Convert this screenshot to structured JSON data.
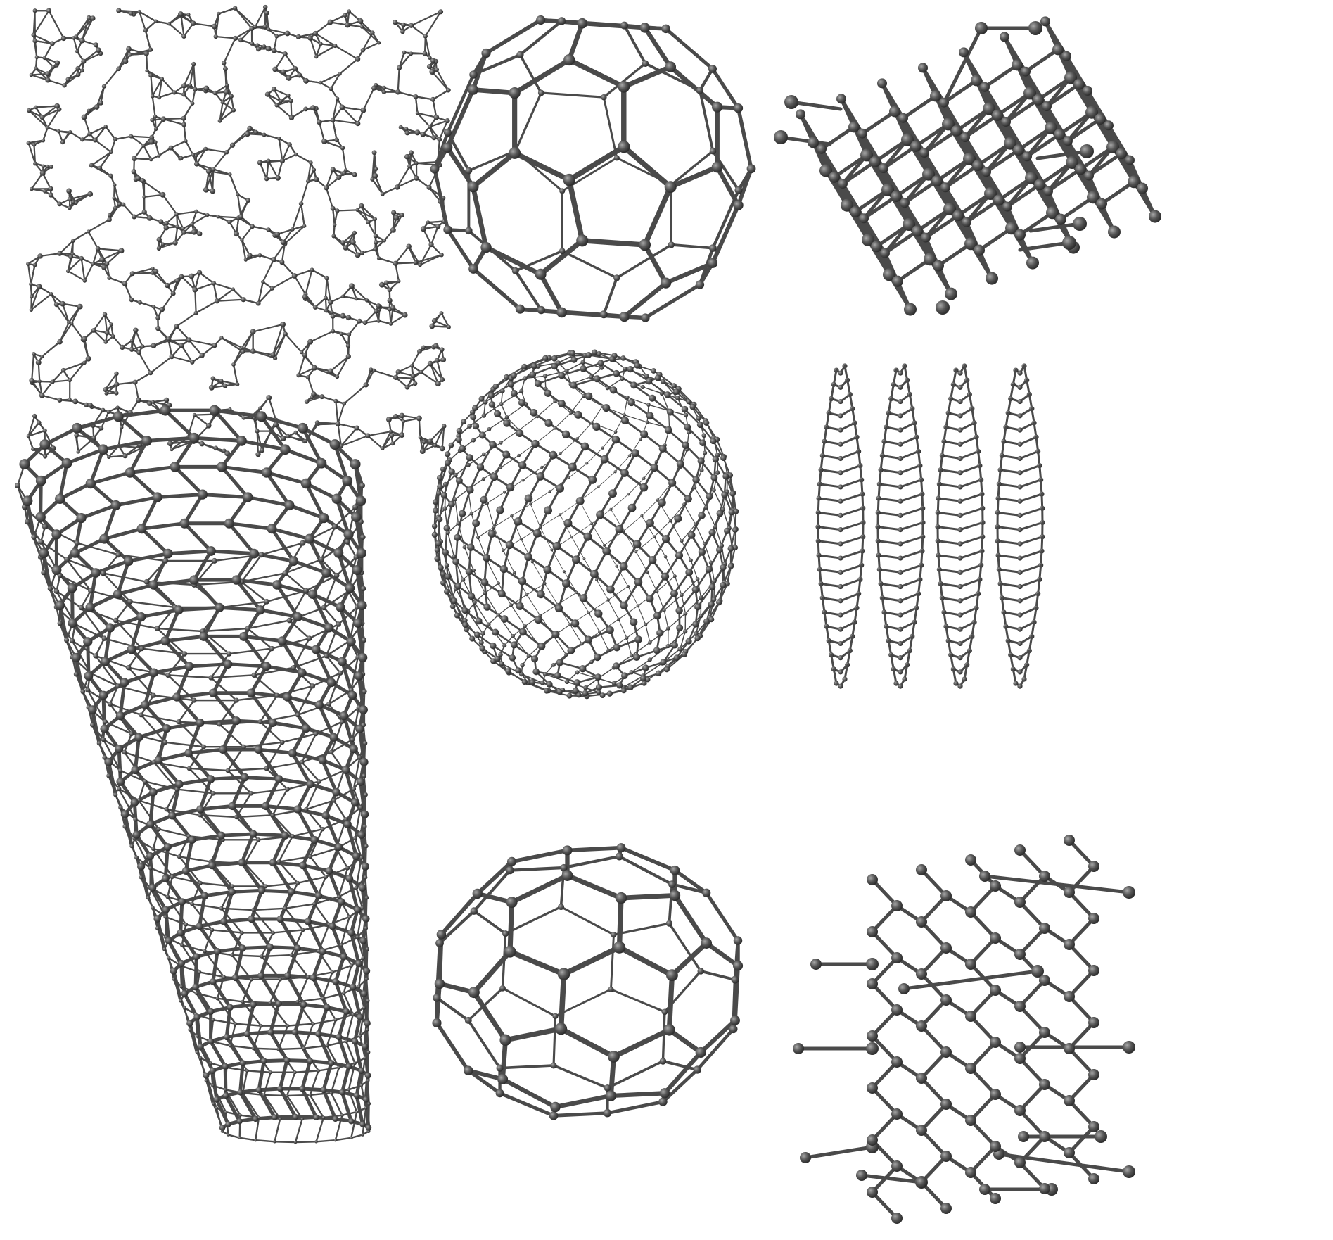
{
  "figure": {
    "background": "#ffffff",
    "bond_color": "#4a4a4a",
    "atom_color": "#505050",
    "atom_highlight": "#9a9a9a"
  },
  "panels": [
    {
      "name": "amorphous-carbon",
      "structure": "random-network"
    },
    {
      "name": "c60-buckminsterfullerene",
      "structure": "fullerene-cage"
    },
    {
      "name": "diamond-lattice",
      "structure": "tetrahedral-lattice"
    },
    {
      "name": "c540-fullerene",
      "structure": "giant-fullerene"
    },
    {
      "name": "graphite-layers",
      "structure": "stacked-sheets"
    },
    {
      "name": "carbon-nanotube",
      "structure": "rolled-sheet"
    },
    {
      "name": "c70-fullerene",
      "structure": "fullerene-cage"
    },
    {
      "name": "lonsdaleite-lattice",
      "structure": "hexagonal-lattice"
    }
  ]
}
